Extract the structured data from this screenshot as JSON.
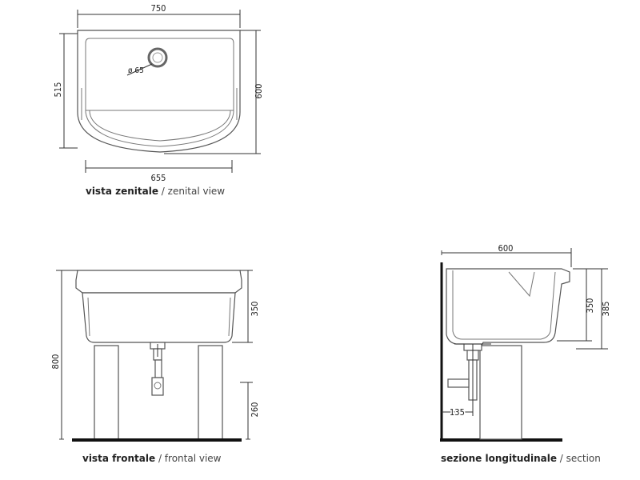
{
  "views": {
    "top": {
      "caption_bold": "vista zenitale",
      "caption_light": "/ zenital view",
      "dim_width_top": "750",
      "dim_height_left": "515",
      "dim_height_right": "600",
      "dim_width_bottom": "655",
      "dim_drain": "ø 65"
    },
    "front": {
      "caption_bold": "vista frontale",
      "caption_light": "/ frontal view",
      "dim_total_height": "800",
      "dim_basin_height": "350",
      "dim_leg_height": "260"
    },
    "section": {
      "caption_bold": "sezione longitudinale",
      "caption_light": "/ section",
      "dim_depth": "600",
      "dim_inner_height": "350",
      "dim_outer_height": "385",
      "dim_drain_offset": "135"
    }
  }
}
